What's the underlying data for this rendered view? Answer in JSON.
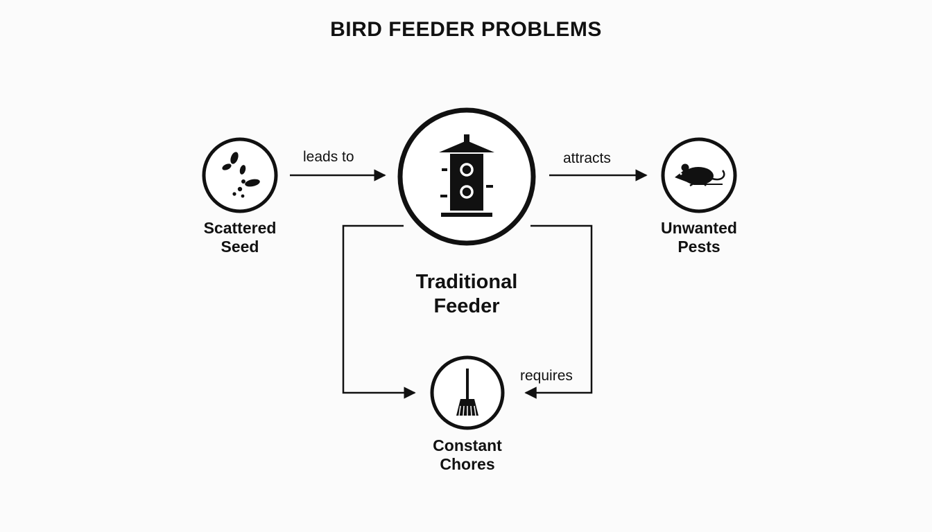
{
  "title": "BIRD FEEDER PROBLEMS",
  "nodes": {
    "center": {
      "label": "Traditional\nFeeder",
      "icon": "bird-feeder-icon"
    },
    "left": {
      "label": "Scattered\nSeed",
      "icon": "scattered-seed-icon"
    },
    "right": {
      "label": "Unwanted\nPests",
      "icon": "rat-icon"
    },
    "bottom": {
      "label": "Constant\nChores",
      "icon": "broom-icon"
    }
  },
  "edges": {
    "leads_to": "leads to",
    "attracts": "attracts",
    "requires": "requires"
  },
  "colors": {
    "background": "#fbfbfb",
    "ink": "#111111"
  }
}
